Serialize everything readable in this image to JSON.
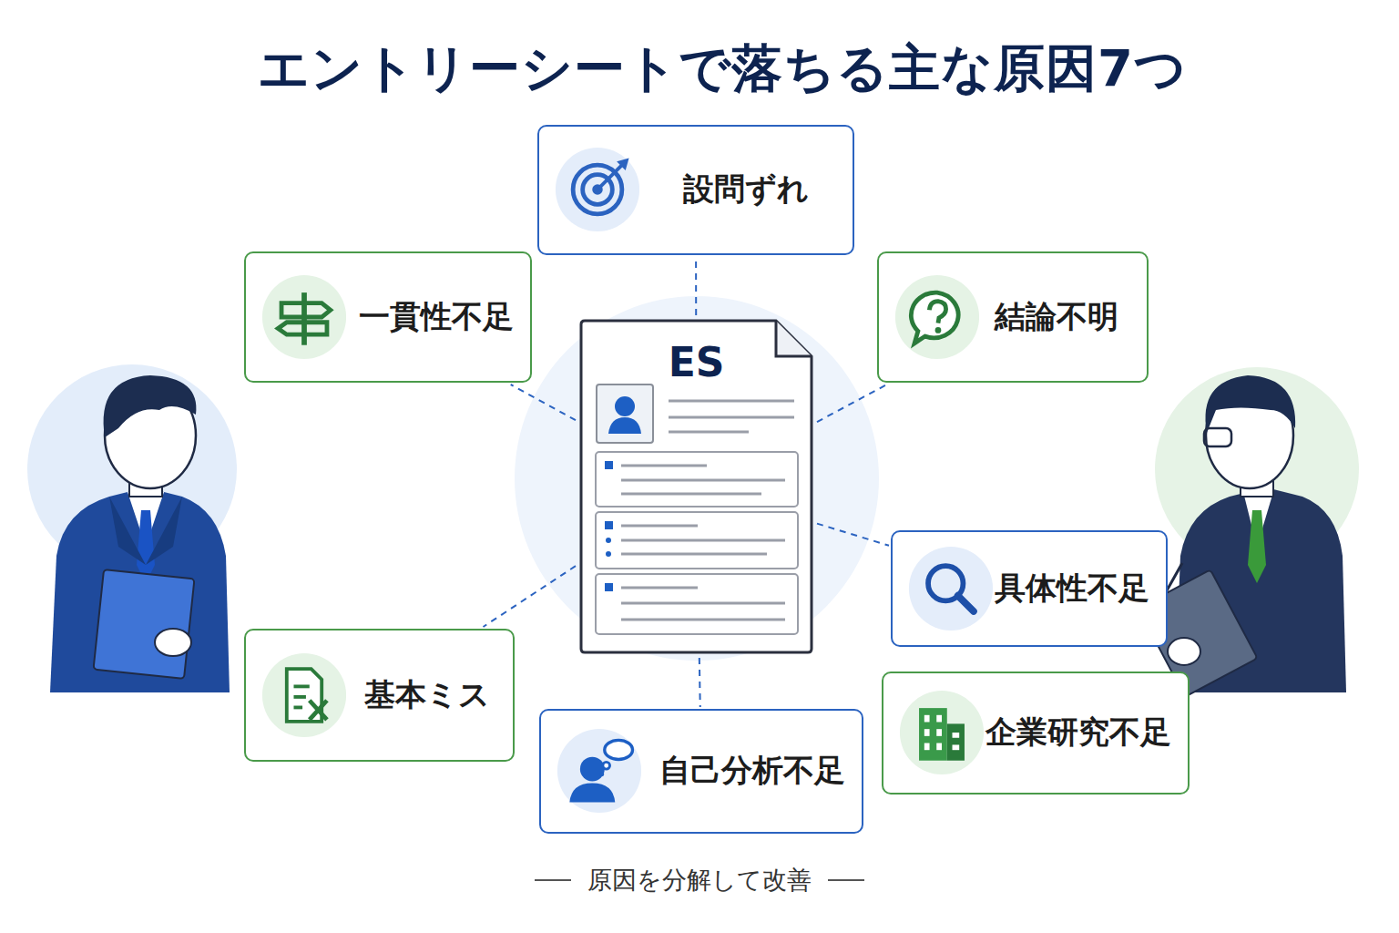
{
  "diagram": {
    "title": "エントリーシートで落ちる主な原因7つ",
    "caption": "原因を分解して改善",
    "nodes": [
      {
        "text": [
          "設問ずれ"
        ]
      },
      {
        "text": [
          "一貫性不足"
        ]
      },
      {
        "text": [
          "結論不明"
        ]
      },
      {
        "text": [
          "ES"
        ]
      },
      {
        "text": [
          "具体性不足"
        ]
      },
      {
        "text": [
          "基本ミス"
        ]
      },
      {
        "text": [
          "企業研究不足"
        ]
      },
      {
        "text": [
          "自己分析不足"
        ]
      }
    ],
    "edges": [
      {
        "from": 3,
        "to": 0,
        "arrow": "none"
      },
      {
        "from": 3,
        "to": 1,
        "arrow": "none"
      },
      {
        "from": 3,
        "to": 2,
        "arrow": "none"
      },
      {
        "from": 3,
        "to": 4,
        "arrow": "none"
      },
      {
        "from": 3,
        "to": 5,
        "arrow": "none"
      },
      {
        "from": 3,
        "to": 7,
        "arrow": "none"
      }
    ]
  }
}
